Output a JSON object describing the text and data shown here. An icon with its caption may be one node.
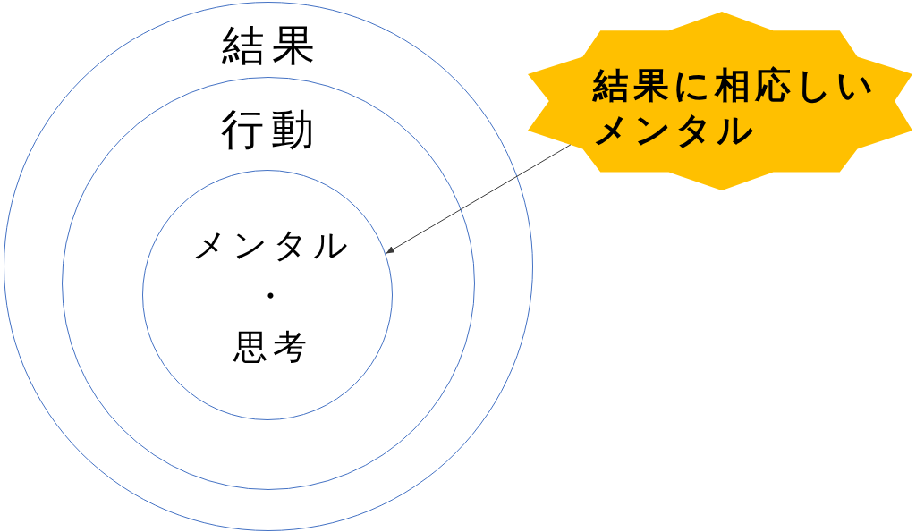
{
  "diagram": {
    "nodes": [
      {
        "text": [
          "結果"
        ]
      },
      {
        "text": [
          "行動"
        ],
        "in": 0
      },
      {
        "text": [
          "メンタル・思考"
        ],
        "in": 1
      },
      {
        "text": [
          "結果に相応しいメンタル"
        ]
      }
    ],
    "edges": [
      {
        "from": 3,
        "to": 2,
        "arrow": "to"
      }
    ]
  }
}
